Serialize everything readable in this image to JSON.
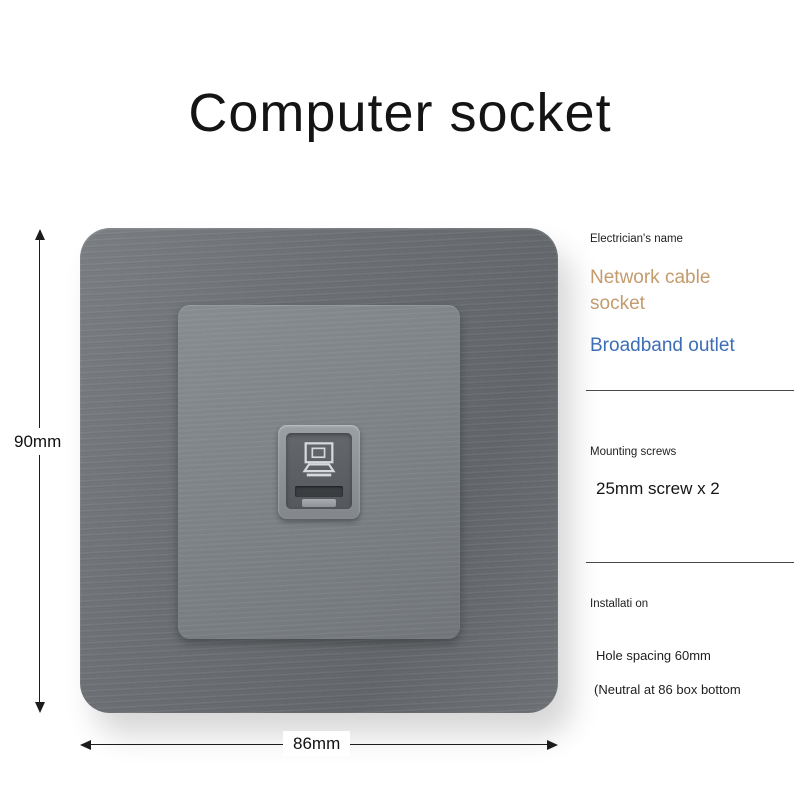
{
  "title": "Computer socket",
  "dimensions": {
    "height": "90mm",
    "width": "86mm"
  },
  "specs": {
    "name_label": "Electrician's name",
    "name_value": "Network cable socket",
    "alt_value": "Broadband outlet",
    "screws_label": "Mounting screws",
    "screws_value": "25mm screw x 2",
    "install_label": "Installati on",
    "install_line1": "Hole spacing 60mm",
    "install_line2": "(Neutral at 86 box bottom"
  },
  "colors": {
    "accent_tan": "#c49b6d",
    "accent_blue": "#3d6db5",
    "plate_gray": "#6b6f73",
    "panel_gray": "#7b8084"
  }
}
